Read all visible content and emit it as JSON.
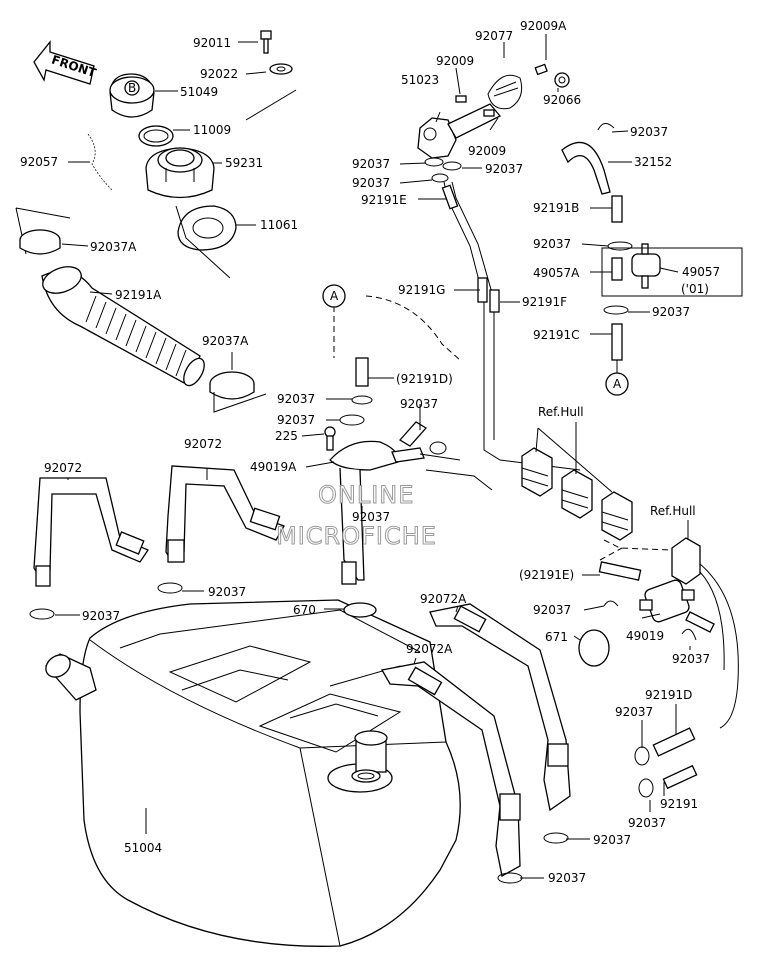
{
  "front_badge": "FRONT",
  "callouts": [
    {
      "key": "c92011",
      "text": "92011"
    },
    {
      "key": "c92022",
      "text": "92022"
    },
    {
      "key": "c51049",
      "text": "51049"
    },
    {
      "key": "c11009",
      "text": "11009"
    },
    {
      "key": "c92057",
      "text": "92057"
    },
    {
      "key": "c59231",
      "text": "59231"
    },
    {
      "key": "c11061",
      "text": "11061"
    },
    {
      "key": "c92037A_1",
      "text": "92037A"
    },
    {
      "key": "c92191A",
      "text": "92191A"
    },
    {
      "key": "c92037A_2",
      "text": "92037A"
    },
    {
      "key": "c92072_a",
      "text": "92072"
    },
    {
      "key": "c92072_b",
      "text": "92072"
    },
    {
      "key": "c92037_l1",
      "text": "92037"
    },
    {
      "key": "c92037_l2",
      "text": "92037"
    },
    {
      "key": "c51004",
      "text": "51004"
    },
    {
      "key": "c92077",
      "text": "92077"
    },
    {
      "key": "c92009A",
      "text": "92009A"
    },
    {
      "key": "c92009_t",
      "text": "92009"
    },
    {
      "key": "c51023",
      "text": "51023"
    },
    {
      "key": "c92066",
      "text": "92066"
    },
    {
      "key": "c92009_m",
      "text": "92009"
    },
    {
      "key": "c92037_c1",
      "text": "92037"
    },
    {
      "key": "c92037_c2",
      "text": "92037"
    },
    {
      "key": "c92037_c3",
      "text": "92037"
    },
    {
      "key": "c92191E",
      "text": "92191E"
    },
    {
      "key": "c92191G",
      "text": "92191G"
    },
    {
      "key": "c92191F",
      "text": "92191F"
    },
    {
      "key": "cA_top",
      "text": "A"
    },
    {
      "key": "c92191D_p",
      "text": "(92191D)"
    },
    {
      "key": "c92037_m1",
      "text": "92037"
    },
    {
      "key": "c92037_m2",
      "text": "92037"
    },
    {
      "key": "c225",
      "text": "225"
    },
    {
      "key": "c92037_m3",
      "text": "92037"
    },
    {
      "key": "c49019A",
      "text": "49019A"
    },
    {
      "key": "c92037_m4",
      "text": "92037"
    },
    {
      "key": "c670",
      "text": "670"
    },
    {
      "key": "c92037_r1",
      "text": "92037"
    },
    {
      "key": "c32152",
      "text": "32152"
    },
    {
      "key": "c92191B",
      "text": "92191B"
    },
    {
      "key": "c92037_r2",
      "text": "92037"
    },
    {
      "key": "c49057A",
      "text": "49057A"
    },
    {
      "key": "c49057",
      "text": "49057"
    },
    {
      "key": "c01",
      "text": "('01)"
    },
    {
      "key": "c92037_r3",
      "text": "92037"
    },
    {
      "key": "c92191C",
      "text": "92191C"
    },
    {
      "key": "cA_right",
      "text": "A"
    },
    {
      "key": "cRefHull1",
      "text": "Ref.Hull"
    },
    {
      "key": "cRefHull2",
      "text": "Ref.Hull"
    },
    {
      "key": "c92191E_p",
      "text": "(92191E)"
    },
    {
      "key": "c92072A_1",
      "text": "92072A"
    },
    {
      "key": "c92037_r4",
      "text": "92037"
    },
    {
      "key": "c671",
      "text": "671"
    },
    {
      "key": "c49019",
      "text": "49019"
    },
    {
      "key": "c92072A_2",
      "text": "92072A"
    },
    {
      "key": "c92037_r5",
      "text": "92037"
    },
    {
      "key": "c92191D",
      "text": "92191D"
    },
    {
      "key": "c92037_r6",
      "text": "92037"
    },
    {
      "key": "c92191",
      "text": "92191"
    },
    {
      "key": "c92037_r7",
      "text": "92037"
    },
    {
      "key": "c92037_b1",
      "text": "92037"
    },
    {
      "key": "c92037_b2",
      "text": "92037"
    }
  ],
  "watermark": {
    "line1": "ONLINE",
    "line2": "MICROFICHE"
  }
}
